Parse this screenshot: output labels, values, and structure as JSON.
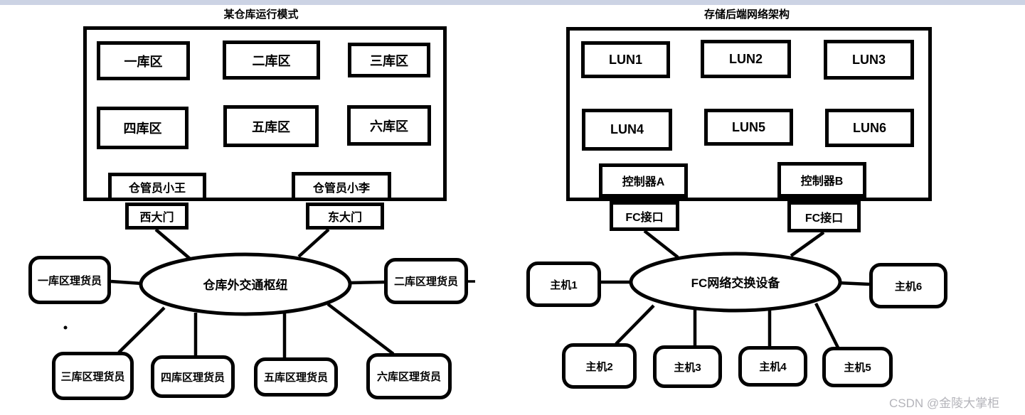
{
  "colors": {
    "top_bar": "#ccd3e4",
    "line": "#000000",
    "watermark": "#b4b4ba"
  },
  "watermark": "CSDN @金陵大掌柜",
  "left": {
    "title": "某仓库运行模式",
    "zones": [
      "一库区",
      "二库区",
      "三库区",
      "四库区",
      "五库区",
      "六库区"
    ],
    "managers": [
      "仓管员小王",
      "仓管员小李"
    ],
    "gates": [
      "西大门",
      "东大门"
    ],
    "hub": "仓库外交通枢纽",
    "clerks": [
      "一库区理货员",
      "二库区理货员",
      "三库区理货员",
      "四库区理货员",
      "五库区理货员",
      "六库区理货员"
    ]
  },
  "right": {
    "title": "存储后端网络架构",
    "luns": [
      "LUN1",
      "LUN2",
      "LUN3",
      "LUN4",
      "LUN5",
      "LUN6"
    ],
    "controllers": [
      "控制器A",
      "控制器B"
    ],
    "fc_ports": [
      "FC接口",
      "FC接口"
    ],
    "switch": "FC网络交换设备",
    "hosts": [
      "主机1",
      "主机2",
      "主机3",
      "主机4",
      "主机5",
      "主机6"
    ]
  }
}
